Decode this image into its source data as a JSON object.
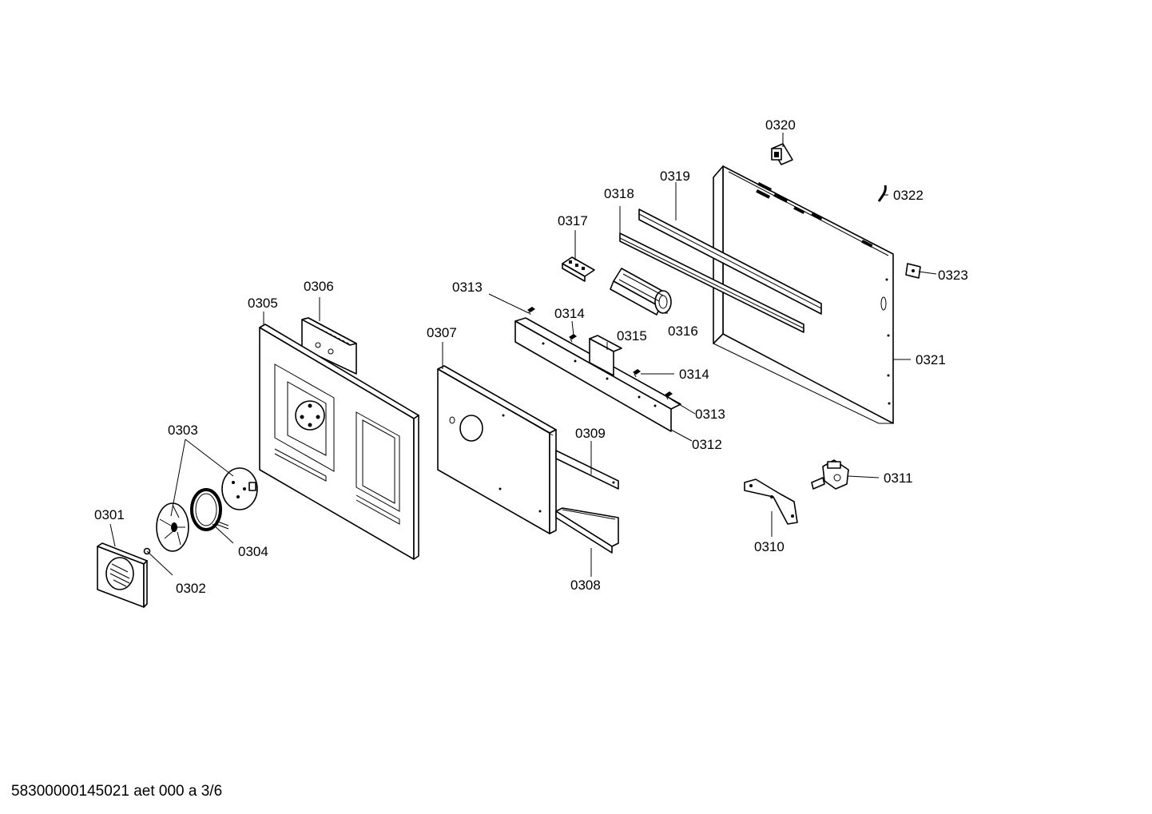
{
  "labels": {
    "p0301": "0301",
    "p0302": "0302",
    "p0303": "0303",
    "p0304": "0304",
    "p0305": "0305",
    "p0306": "0306",
    "p0307": "0307",
    "p0308": "0308",
    "p0309": "0309",
    "p0310": "0310",
    "p0311": "0311",
    "p0312": "0312",
    "p0313a": "0313",
    "p0313b": "0313",
    "p0314a": "0314",
    "p0314b": "0314",
    "p0315": "0315",
    "p0316": "0316",
    "p0317": "0317",
    "p0318": "0318",
    "p0319": "0319",
    "p0320": "0320",
    "p0321": "0321",
    "p0322": "0322",
    "p0323": "0323"
  },
  "footer": "58300000145021 aet 000 a 3/6"
}
